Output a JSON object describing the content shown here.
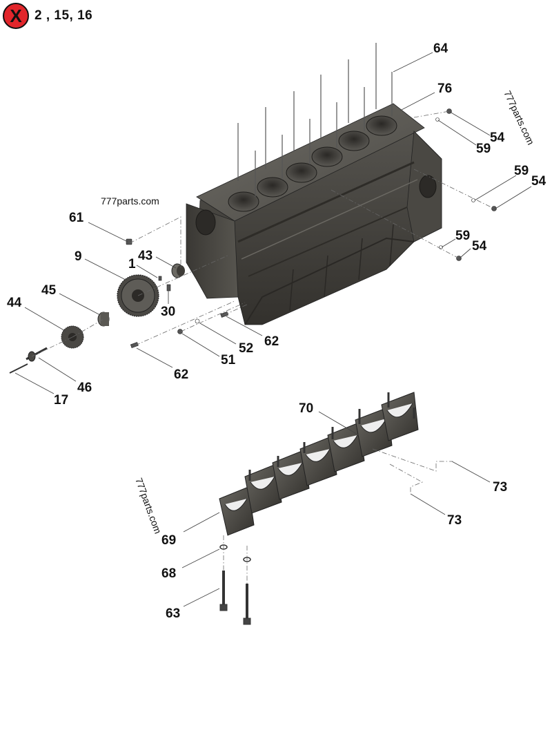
{
  "header": {
    "exclusion_symbol": "X",
    "exclusion_text": "2 , 15, 16"
  },
  "watermarks": [
    "777parts.com",
    "777parts.com",
    "777parts.com"
  ],
  "callouts": {
    "c64": "64",
    "c76": "76",
    "c54a": "54",
    "c59a": "59",
    "c59b": "59",
    "c54b": "54",
    "c59c": "59",
    "c54c": "54",
    "c61": "61",
    "c43": "43",
    "c9": "9",
    "c1": "1",
    "c45": "45",
    "c30": "30",
    "c44": "44",
    "c62a": "62",
    "c52": "52",
    "c51": "51",
    "c62b": "62",
    "c46": "46",
    "c17": "17",
    "c70": "70",
    "c73a": "73",
    "c73b": "73",
    "c69": "69",
    "c68": "68",
    "c63": "63"
  },
  "colors": {
    "badge": "#e2262b",
    "block_dark": "#3e3c38",
    "block_mid": "#5a5853",
    "block_light": "#75736d"
  }
}
